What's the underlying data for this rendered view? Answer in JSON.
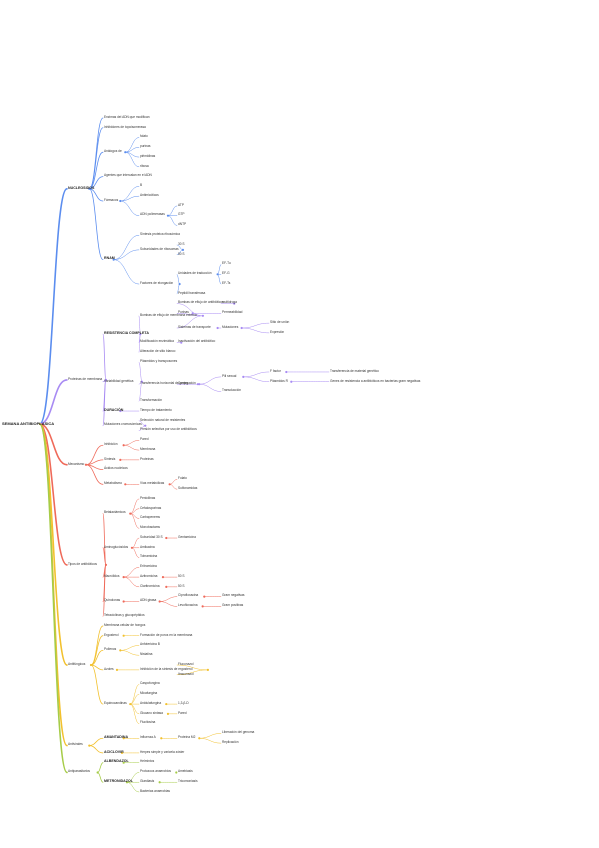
{
  "colors": {
    "blue": "#5b8def",
    "purple": "#a88bf3",
    "red": "#ef6a5a",
    "yellow": "#f2c12e",
    "green": "#a6cc48"
  },
  "map": {
    "root": "SEMANA ANTIBIOPLASICA",
    "branches": [
      {
        "label": "NUCLEOSIDOS",
        "children": [
          {
            "label": "Enzimas del ADN que modifican"
          },
          {
            "label": "Inhibidores de topoisomerasa"
          },
          {
            "label": "Análogos de",
            "children": [
              {
                "label": "folato"
              },
              {
                "label": "purinas"
              },
              {
                "label": "pirimidinas"
              },
              {
                "label": "ribosa"
              }
            ]
          },
          {
            "label": "Agentes que intercalan en el ADN"
          },
          {
            "label": "Fármacos",
            "children": [
              {
                "label": "B"
              },
              {
                "label": "Antimicóticos"
              },
              {
                "label": "ADN polimerasas",
                "children": [
                  {
                    "label": "ATP"
                  },
                  {
                    "label": "GTP"
                  },
                  {
                    "label": "dNTP"
                  }
                ]
              }
            ]
          },
          {
            "label": "RNAM",
            "children": [
              {
                "label": "Síntesis proteica ribosómica"
              },
              {
                "label": "Subunidades de ribosomas",
                "children": [
                  {
                    "label": "30 S"
                  },
                  {
                    "label": "50 S"
                  }
                ]
              },
              {
                "label": "Factores de elongación",
                "children": [
                  {
                    "label": "Unidades de traducción",
                    "children": [
                      {
                        "label": "EF-Tu"
                      },
                      {
                        "label": "EF-G"
                      },
                      {
                        "label": "EF-Ts"
                      }
                    ]
                  },
                  {
                    "label": "Peptidil transferasa"
                  }
                ]
              }
            ]
          }
        ]
      },
      {
        "label": "Proteínas de membrana",
        "children": [
          {
            "label": "RESISTENCIA COMPLETA",
            "children": [
              {
                "label": "Bombas de eflujo de membrana externa",
                "children": [
                  {
                    "label": "Bombas de eflujo de antibióticos",
                    "children": [
                      {
                        "label": "multidroga"
                      }
                    ]
                  },
                  {
                    "label": "Porinas",
                    "children": [
                      {
                        "label": "Permeabilidad"
                      }
                    ]
                  },
                  {
                    "label": "Sistemas de transporte",
                    "children": [
                      {
                        "label": "Mutaciones",
                        "children": [
                          {
                            "label": "Sitio de unión"
                          },
                          {
                            "label": "Expresión"
                          }
                        ]
                      }
                    ]
                  }
                ]
              },
              {
                "label": "Modificación enzimática",
                "children": [
                  {
                    "label": "Inactivación del antibiótico"
                  }
                ]
              },
              {
                "label": "Alteración de sitio blanco"
              }
            ]
          },
          {
            "label": "Variabilidad genética",
            "children": [
              {
                "label": "Plásmidos y transposones"
              },
              {
                "label": "Transferencia horizontal de genes",
                "children": [
                  {
                    "label": "Conjugación",
                    "children": [
                      {
                        "label": "Pili sexual",
                        "children": [
                          {
                            "label": "F factor",
                            "children": [
                              {
                                "label": "Transferencia de material genético"
                              }
                            ]
                          },
                          {
                            "label": "Plásmidos R",
                            "children": [
                              {
                                "label": "Genes de resistencia a antibióticos en bacterias gram negativas"
                              }
                            ]
                          }
                        ]
                      },
                      {
                        "label": "Transducción"
                      }
                    ]
                  }
                ]
              },
              {
                "label": "Transformación"
              }
            ]
          },
          {
            "label": "DURACIÓN",
            "children": [
              {
                "label": "Tiempo de tratamiento"
              }
            ]
          },
          {
            "label": "Mutaciones cromosómicas",
            "children": [
              {
                "label": "Selección natural de resistentes"
              },
              {
                "label": "Presión selectiva por uso de antibióticos"
              }
            ]
          }
        ]
      },
      {
        "label": "Mecanismo",
        "children": [
          {
            "label": "Inhibición",
            "children": [
              {
                "label": "Pared"
              },
              {
                "label": "Membrana"
              }
            ]
          },
          {
            "label": "Síntesis",
            "children": [
              {
                "label": "Proteínas"
              }
            ]
          },
          {
            "label": "Ácidos nucleicos"
          },
          {
            "label": "Metabolismo",
            "children": [
              {
                "label": "Vías metabólicas",
                "children": [
                  {
                    "label": "Folato"
                  },
                  {
                    "label": "Sulfonamidas"
                  }
                ]
              }
            ]
          }
        ]
      },
      {
        "label": "Tipos de antibióticos",
        "children": [
          {
            "label": "Betalactámicos",
            "children": [
              {
                "label": "Penicilinas"
              },
              {
                "label": "Cefalosporinas"
              },
              {
                "label": "Carbapenems"
              },
              {
                "label": "Monobactams"
              }
            ]
          },
          {
            "label": "Aminoglucósidos",
            "children": [
              {
                "label": "Subunidad 30 S",
                "children": [
                  {
                    "label": "Gentamicina"
                  }
                ]
              },
              {
                "label": "Amikacina"
              },
              {
                "label": "Tobramicina"
              }
            ]
          },
          {
            "label": "Macrólidos",
            "children": [
              {
                "label": "Eritromicina"
              },
              {
                "label": "Azitromicina",
                "children": [
                  {
                    "label": "50 S"
                  }
                ]
              },
              {
                "label": "Claritromicina",
                "children": [
                  {
                    "label": "50 S"
                  }
                ]
              }
            ]
          },
          {
            "label": "Quinolonas",
            "children": [
              {
                "label": "ADN girasa",
                "children": [
                  {
                    "label": "Ciprofloxacina",
                    "children": [
                      {
                        "label": "Gram negativas"
                      }
                    ]
                  },
                  {
                    "label": "Levofloxacina",
                    "children": [
                      {
                        "label": "Gram positivas"
                      }
                    ]
                  }
                ]
              }
            ]
          },
          {
            "label": "Tetraciclinas y glucopéptidos"
          }
        ]
      },
      {
        "label": "Antifúngicos",
        "children": [
          {
            "label": "Membrana celular de hongos"
          },
          {
            "label": "Ergosterol",
            "children": [
              {
                "label": "Formación de poros en la membrana"
              }
            ]
          },
          {
            "label": "Polienos",
            "children": [
              {
                "label": "Anfotericina B"
              },
              {
                "label": "Nistatina"
              }
            ]
          },
          {
            "label": "Azoles",
            "children": [
              {
                "label": "Inhibición de la síntesis de ergosterol",
                "children": [
                  {
                    "label": "Fluconazol"
                  },
                  {
                    "label": "Itraconazol"
                  }
                ]
              }
            ]
          },
          {
            "label": "Equinocandinas",
            "children": [
              {
                "label": "Caspofungina"
              },
              {
                "label": "Micafungina"
              },
              {
                "label": "Anidulafungina",
                "children": [
                  {
                    "label": "1,3-β-D"
                  }
                ]
              },
              {
                "label": "Glucano sintasa",
                "children": [
                  {
                    "label": "Pared"
                  }
                ]
              },
              {
                "label": "Flucitosina"
              }
            ]
          }
        ]
      },
      {
        "label": "Antivirales",
        "children": [
          {
            "label": "AMANTADINA",
            "children": [
              {
                "label": "Influenza A",
                "children": [
                  {
                    "label": "Proteína M2",
                    "children": [
                      {
                        "label": "Liberación del genoma"
                      },
                      {
                        "label": "Replicación"
                      }
                    ]
                  }
                ]
              }
            ]
          },
          {
            "label": "ACICLOVIR",
            "children": [
              {
                "label": "Herpes simple y varicela zóster"
              }
            ]
          }
        ]
      },
      {
        "label": "Antiparasitarios",
        "children": [
          {
            "label": "ALBENDAZOL",
            "children": [
              {
                "label": "Helmintos"
              }
            ]
          },
          {
            "label": "METRONIDAZOL",
            "children": [
              {
                "label": "Protozoos anaerobios",
                "children": [
                  {
                    "label": "Amebiasis"
                  }
                ]
              },
              {
                "label": "Giardiasis",
                "children": [
                  {
                    "label": "Tricomoniasis"
                  }
                ]
              },
              {
                "label": "Bacterias anaerobias"
              }
            ]
          }
        ]
      }
    ]
  }
}
